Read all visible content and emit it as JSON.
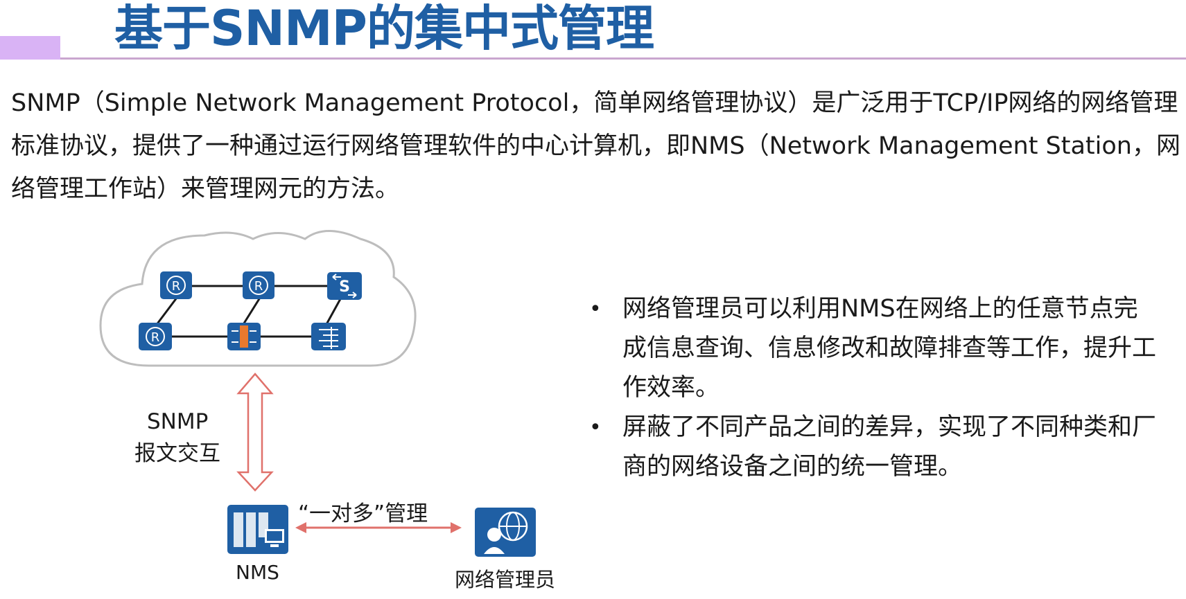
{
  "title": "基于SNMP的集中式管理",
  "intro": "SNMP（Simple Network Management Protocol，简单网络管理协议）是广泛用于TCP/IP网络的网络管理标准协议，提供了一种通过运行网络管理软件的中心计算机，即NMS（Network Management Station，网络管理工作站）来管理网元的方法。",
  "diagram": {
    "snmp_label_line1": "SNMP",
    "snmp_label_line2": "报文交互",
    "one_to_many_label": "“一对多”管理",
    "nms_label": "NMS",
    "admin_label": "网络管理员",
    "device_icons": [
      "router-icon",
      "router-icon",
      "switch-icon",
      "router-icon",
      "firewall-icon",
      "access-switch-icon",
      "server-icon",
      "admin-globe-icon"
    ]
  },
  "bullets": [
    "网络管理员可以利用NMS在网络上的任意节点完成信息查询、信息修改和故障排查等工作，提升工作效率。",
    "屏蔽了不同产品之间的差异，实现了不同种类和厂商的网络设备之间的统一管理。"
  ],
  "colors": {
    "title": "#1f5fa4",
    "accent_bar": "#d9b3f5",
    "device_blue": "#1f5fa4",
    "arrow": "#e0716b",
    "cloud_stroke": "#bdbdbd"
  }
}
